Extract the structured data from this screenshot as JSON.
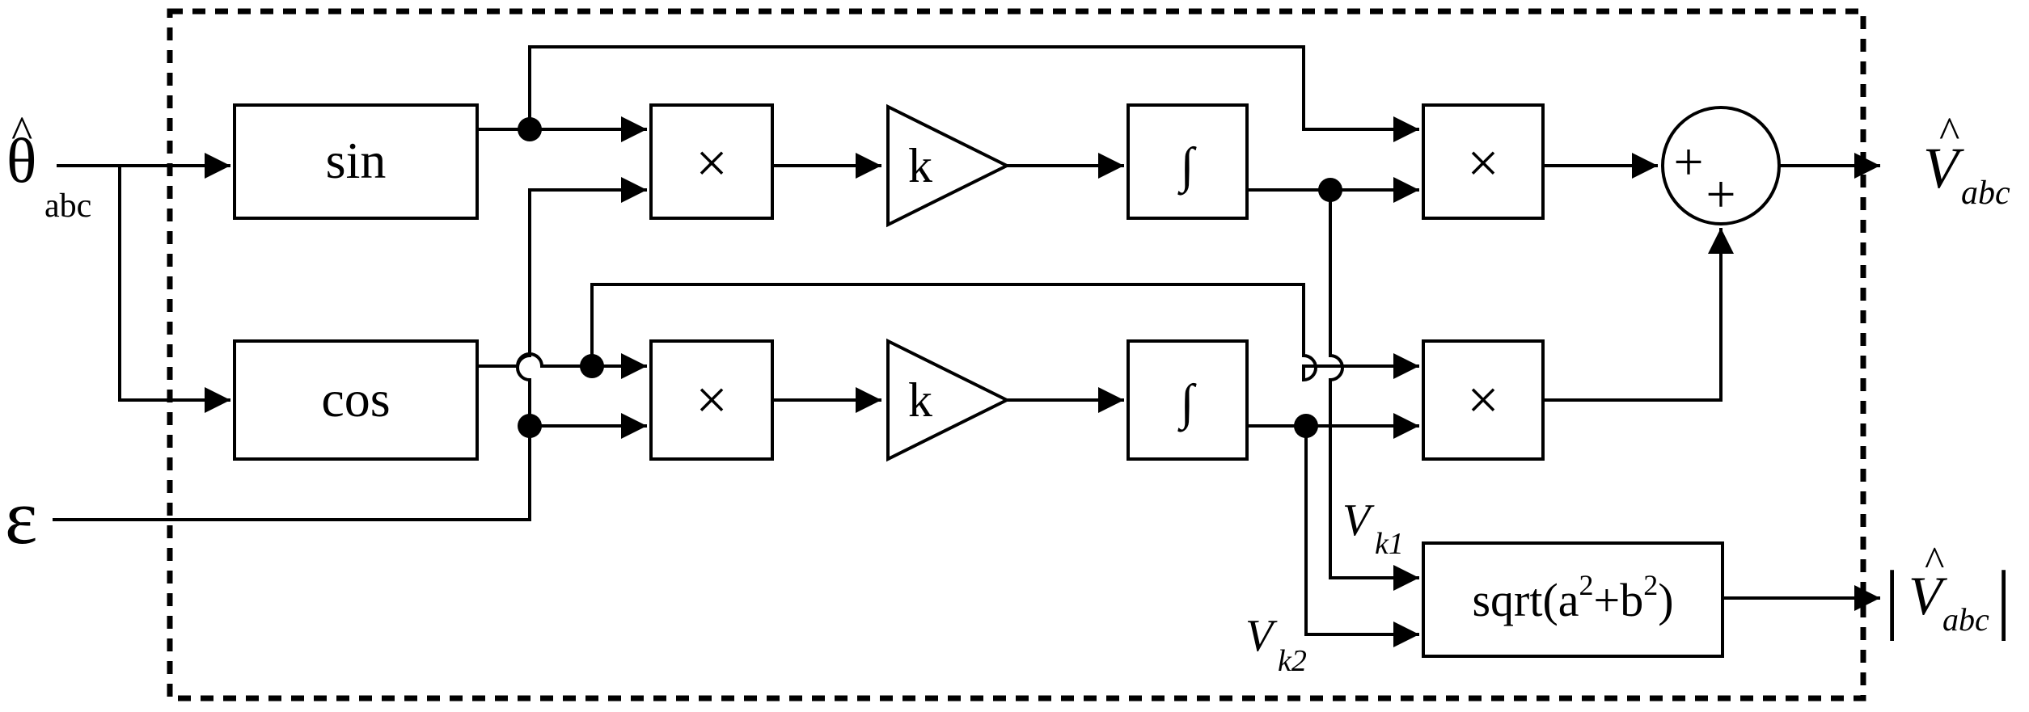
{
  "blocks": {
    "sin": "sin",
    "cos": "cos",
    "mult": "×",
    "gain": "k",
    "integ": "∫",
    "sqrt_base": "sqrt(a",
    "sqrt_exp": "2",
    "sqrt_plus_b": "+b",
    "sqrt_close": ")",
    "plus": "+"
  },
  "signals": {
    "theta_symbol": "θ",
    "theta_hat": "^",
    "theta_sub": "abc",
    "epsilon": "ε",
    "v_symbol": "V",
    "v_hat": "^",
    "v_sub": "abc",
    "vk_symbol": "V",
    "vk1_sub": "k1",
    "vk2_sub": "k2",
    "abs_bar": "|"
  },
  "colors": {
    "line": "#000000",
    "background": "#ffffff"
  }
}
